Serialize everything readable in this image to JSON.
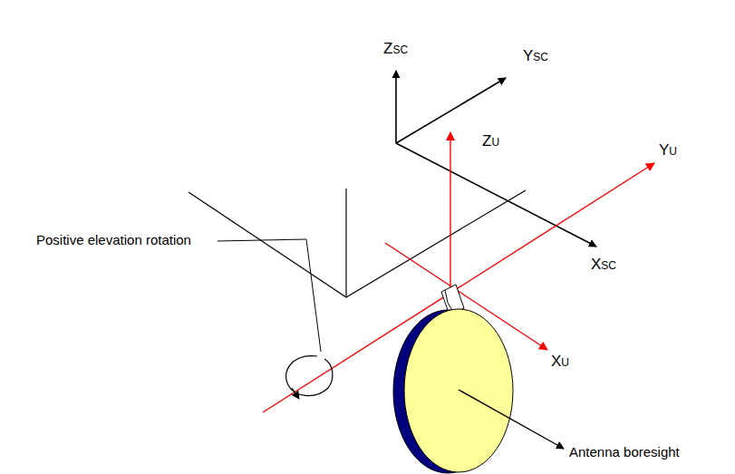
{
  "diagram": {
    "labels": [
      "ZSC",
      "YSC",
      "XSC",
      "ZU",
      "YU",
      "XU",
      "Positive elevation rotation",
      "Antenna boresight"
    ]
  }
}
